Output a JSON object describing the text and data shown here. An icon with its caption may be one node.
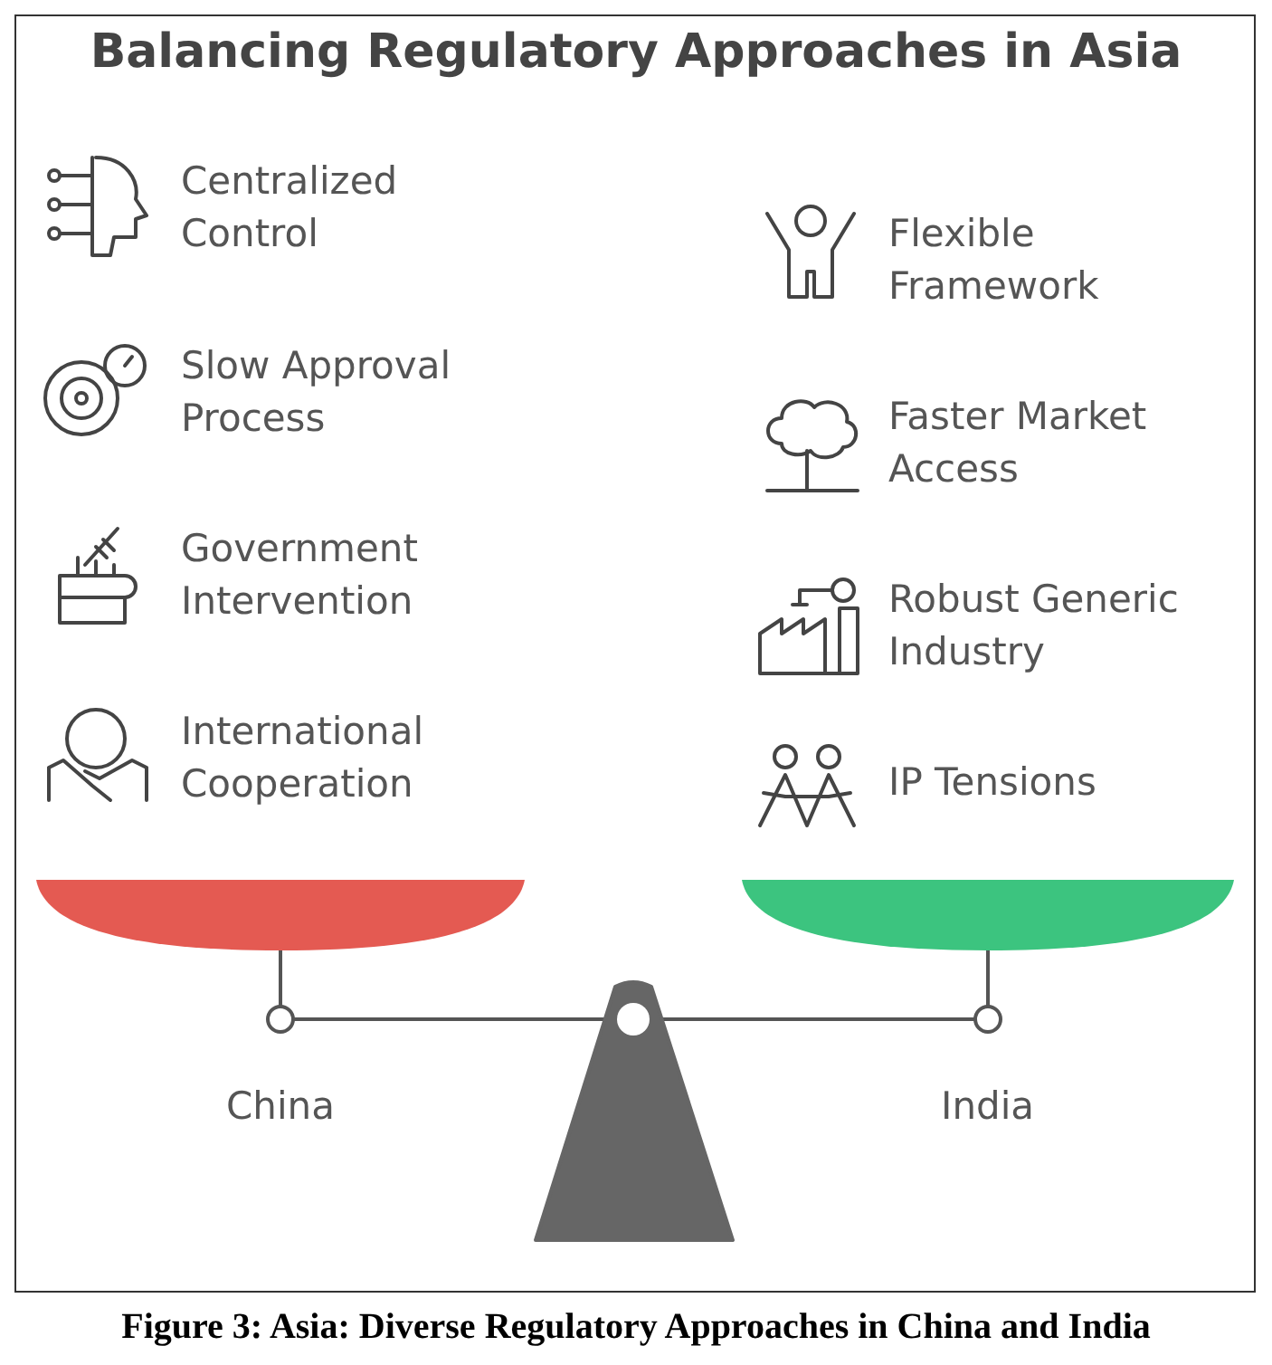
{
  "diagram": {
    "title": "Balancing Regulatory Approaches in Asia",
    "caption": "Figure 3: Asia: Diverse Regulatory Approaches in China and India",
    "labels": [
      "Centralized Control",
      "Flexible Framework",
      "Slow Approval Process",
      "Faster Market Access",
      "Government Intervention",
      "Robust Generic Industry",
      "International Cooperation",
      "IP Tensions",
      "China",
      "India"
    ]
  }
}
